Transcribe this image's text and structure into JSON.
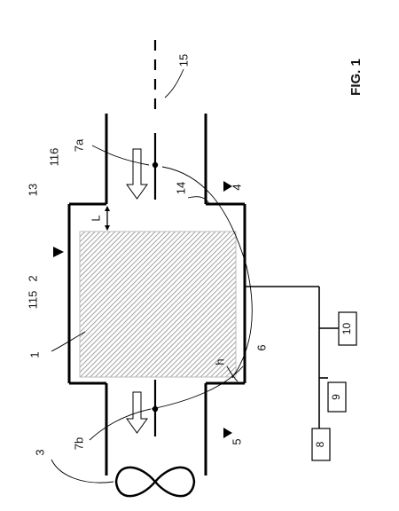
{
  "figure": {
    "title": "FIG. 1",
    "labels": {
      "l1": "1",
      "l2": "2",
      "l3": "3",
      "l4": "4",
      "l5": "5",
      "l6": "6",
      "l7a": "7a",
      "l7b": "7b",
      "l8": "8",
      "l9": "9",
      "l10": "10",
      "l13": "13",
      "l14": "14",
      "l15": "15",
      "l115": "115",
      "l116": "116",
      "lL": "L",
      "lh": "h"
    }
  }
}
